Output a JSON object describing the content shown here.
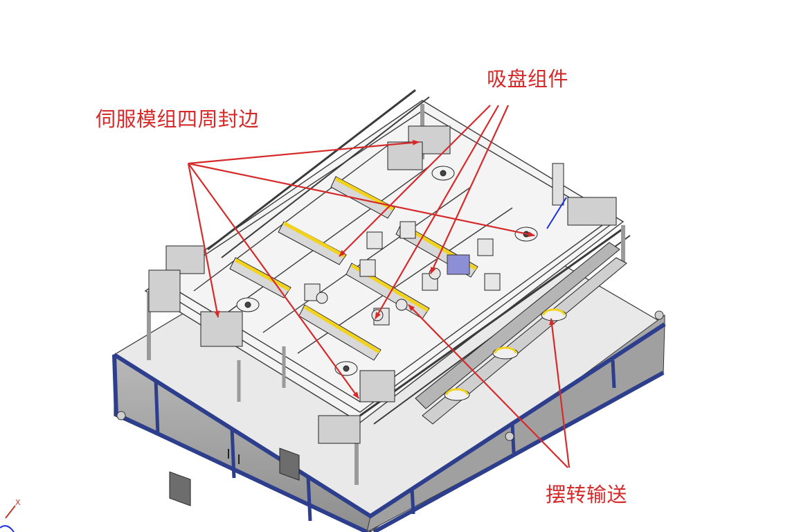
{
  "annotations": {
    "servo_module": "伺服模组四周封边",
    "suction_assembly": "吸盘组件",
    "swing_conveyor": "摆转输送"
  },
  "axis_triad": {
    "x_label": "X"
  },
  "colors": {
    "callout": "#d62a2a",
    "frame_blue": "#2c3e8c",
    "panel_gray": "#9c9c9c",
    "belt_yellow": "#f3d21b"
  },
  "icons": [
    "coordinate-triad-icon"
  ]
}
